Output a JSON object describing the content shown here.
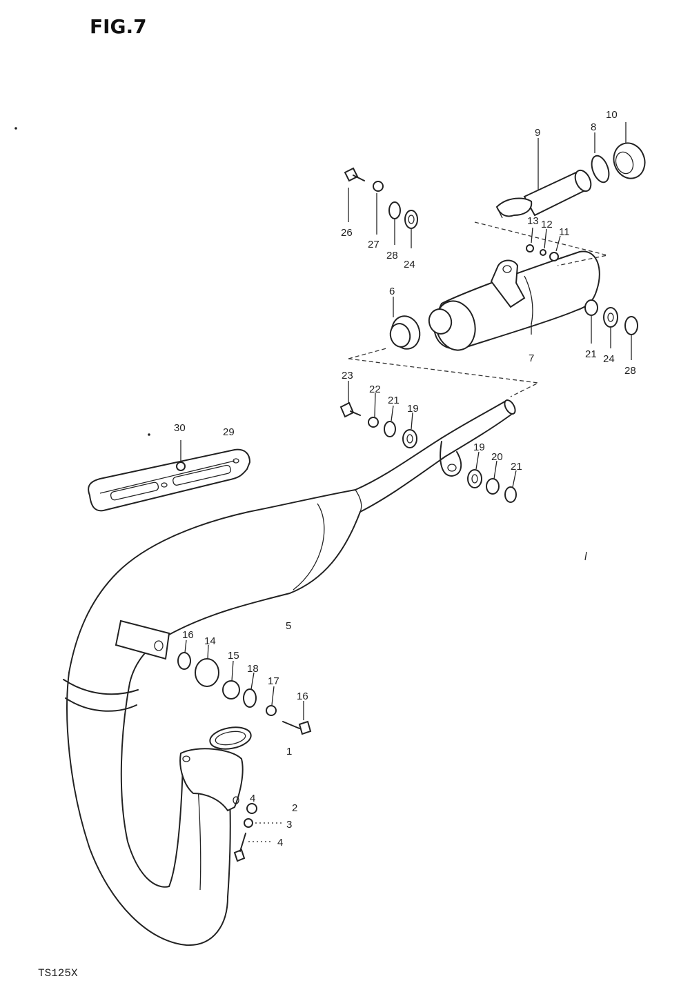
{
  "figure": {
    "title": "FIG.7",
    "model": "TS125X"
  },
  "callouts": {
    "p1": "1",
    "p2": "2",
    "p3": "3",
    "p4": "4",
    "p4b": "4",
    "p5": "5",
    "p6": "6",
    "p7": "7",
    "p8": "8",
    "p9": "9",
    "p10": "10",
    "p11": "11",
    "p12": "12",
    "p13": "13",
    "p14": "14",
    "p15": "15",
    "p16": "16",
    "p16b": "16",
    "p17": "17",
    "p18": "18",
    "p19": "19",
    "p19b": "19",
    "p20": "20",
    "p21": "21",
    "p21b": "21",
    "p21c": "21",
    "p22": "22",
    "p23": "23",
    "p24": "24",
    "p24b": "24",
    "p26": "26",
    "p27": "27",
    "p28": "28",
    "p28b": "28",
    "p29": "29",
    "p30": "30"
  }
}
